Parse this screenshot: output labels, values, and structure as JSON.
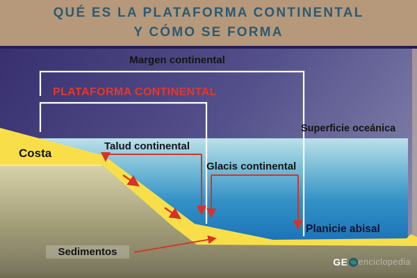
{
  "banner": {
    "line1": "QUÉ ES LA PLATAFORMA CONTINENTAL",
    "line2": "Y CÓMO SE FORMA"
  },
  "diagram": {
    "margen_label": "Margen continental",
    "plataforma_label": "PLATAFORMA CONTINENTAL",
    "superficie_label": "Superficie oceánica",
    "costa_label": "Costa",
    "talud_label": "Talud continental",
    "glacis_label": "Glacis continental",
    "planicie_label": "Planicie abisal",
    "sedimentos_label": "Sedimentos"
  },
  "logo": {
    "prefix": "GE",
    "suffix": "enciclopedia",
    "icon": "globe-icon"
  },
  "colors": {
    "banner_bg": "#b6997b",
    "banner_text": "#2b5a73",
    "divider": "#261d55",
    "sky_purple_dark": "#38306f",
    "sky_purple_light": "#8d8fb2",
    "ocean_surface_cyan": "#b9dee8",
    "ocean_deep_blue": "#1a70b6",
    "land_yellow": "#f8df4a",
    "subsoil_khaki_light": "#d8d2aa",
    "subsoil_khaki_dark": "#6f6b51",
    "annotation_red": "#d63226",
    "bracket_white": "#ffffff"
  }
}
